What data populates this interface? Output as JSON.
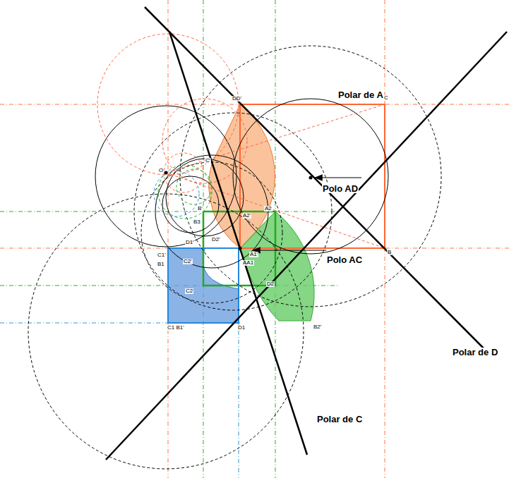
{
  "diagram": {
    "labels": [
      "Polar de A",
      "Polar de D",
      "Polar de C",
      "Polo  AD",
      "Polo  AC",
      "DD'",
      "C",
      "B",
      "O",
      "C'",
      "A2'",
      "A2",
      "B'",
      "B3",
      "D1'",
      "D2'",
      "C1'",
      "B1",
      "A1'",
      "AA1",
      "C2'",
      "C2",
      "D2",
      "C1 B1'",
      "D1",
      "B2'"
    ]
  }
}
